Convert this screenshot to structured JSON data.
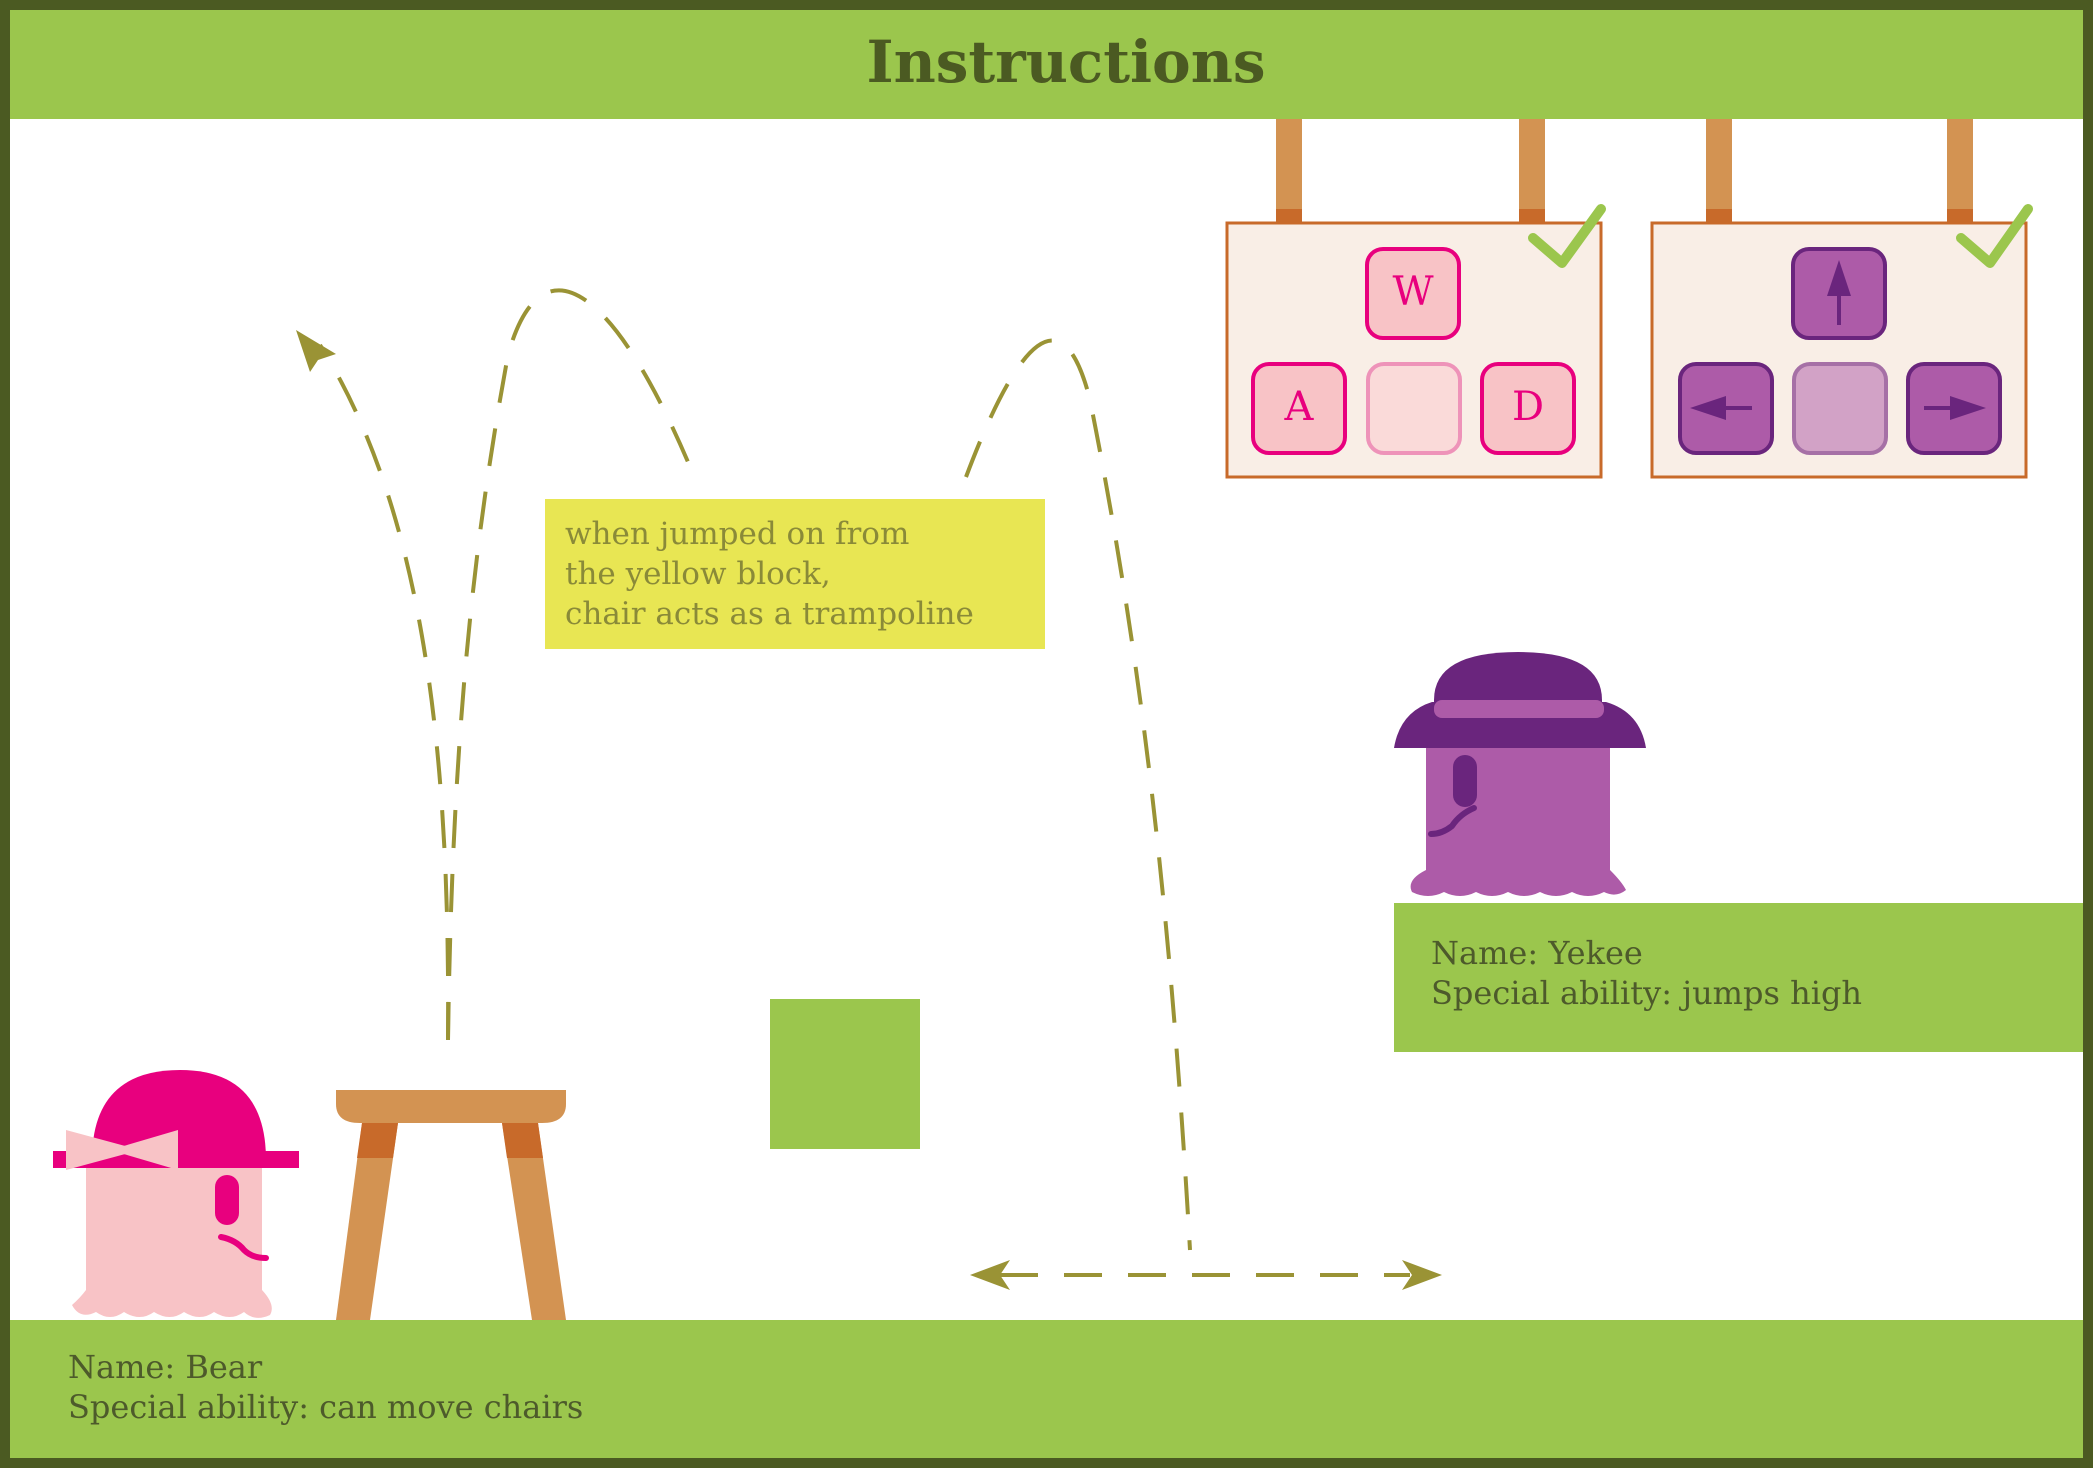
{
  "header": {
    "title": "Instructions"
  },
  "tooltip": {
    "lines": [
      "when jumped on from",
      "the yellow block,",
      "chair acts as a trampoline"
    ]
  },
  "characters": {
    "bear": {
      "name": "Name: Bear",
      "ability": "Special ability: can move chairs"
    },
    "yekee": {
      "name": "Name: Yekee",
      "ability": "Special ability: jumps high"
    }
  },
  "controls": {
    "wasd": {
      "up": "W",
      "left": "A",
      "right": "D"
    },
    "arrows": {
      "up": "up-arrow-icon",
      "left": "left-arrow-icon",
      "right": "right-arrow-icon"
    }
  },
  "colors": {
    "frame": "#4b5a22",
    "bar": "#9bc64d",
    "yellow_block": "#e8e653",
    "green_block": "#9bc64d",
    "bear_hat": "#e8007e",
    "bear_body": "#f8c3c6",
    "yekee_hat": "#6a257d",
    "yekee_body": "#ad5ba8",
    "chair": "#d39352",
    "path": "#9a9335"
  }
}
